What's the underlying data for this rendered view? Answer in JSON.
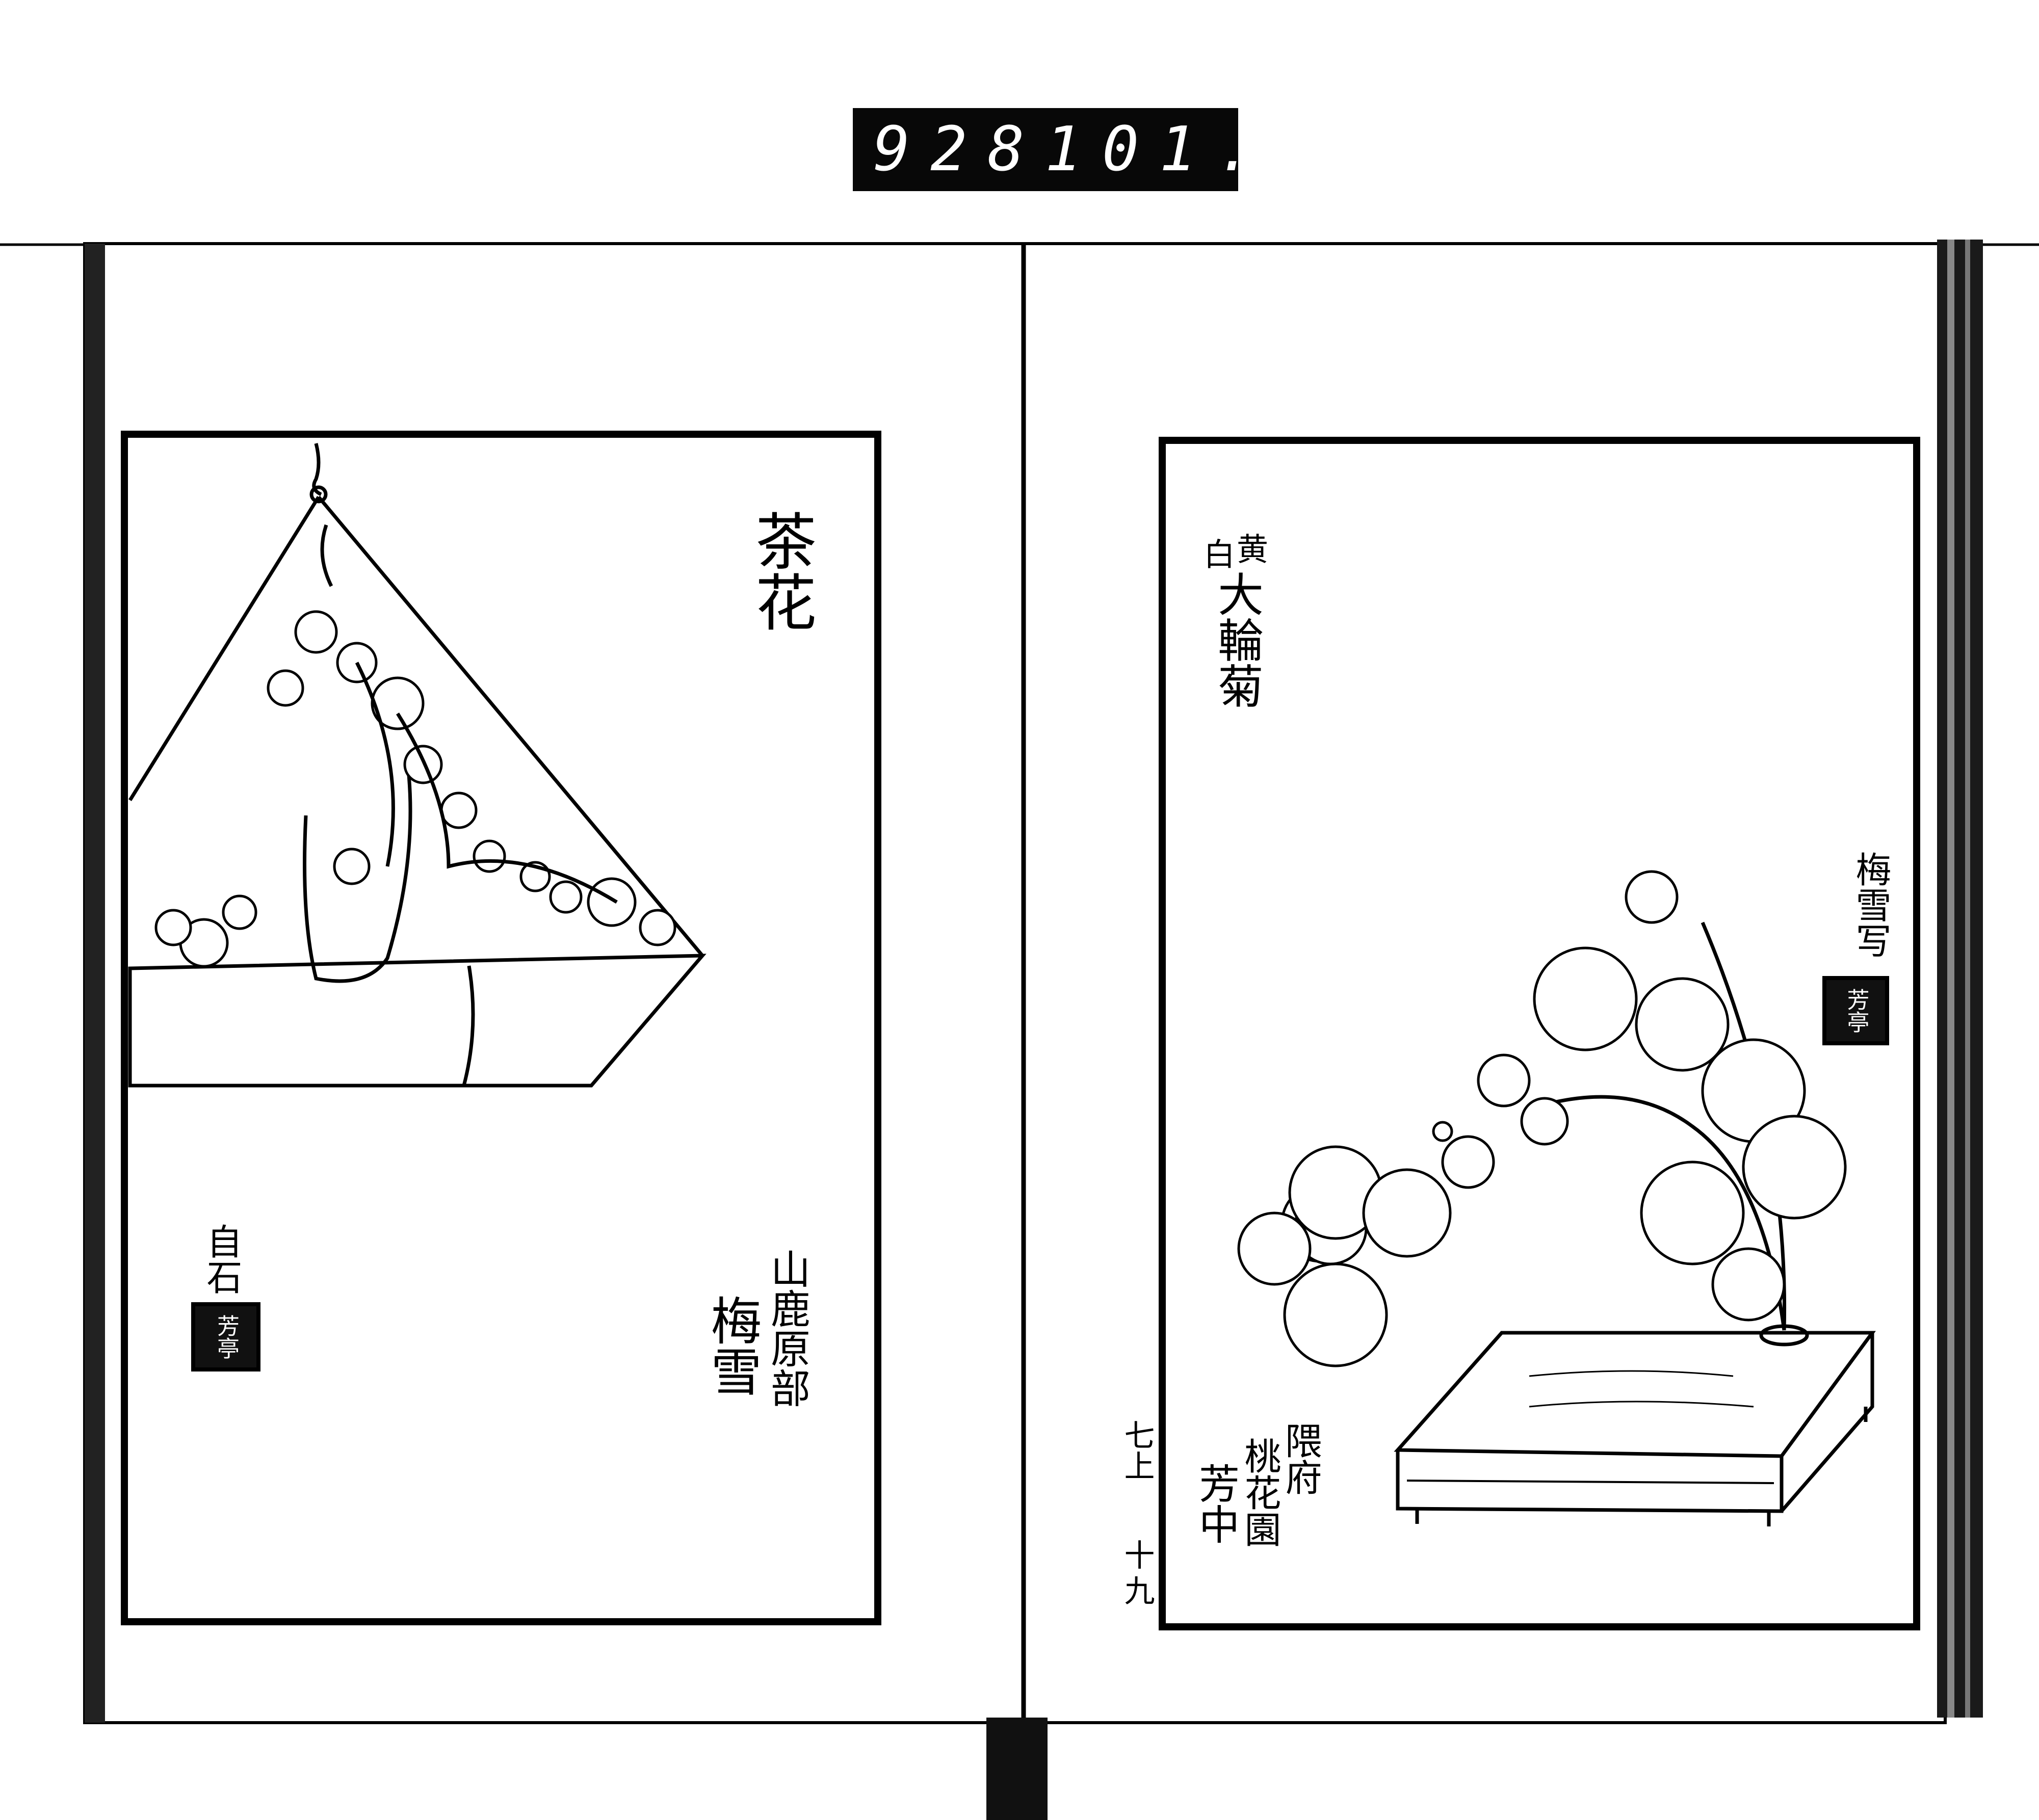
{
  "catalog_label": {
    "left": "928",
    "right": "101."
  },
  "left_page": {
    "title": "茶花",
    "attribution_place": "山鹿原部",
    "attribution_name": "梅雪",
    "signature": "自石",
    "seal": "芳亭"
  },
  "right_page": {
    "title_small_left": "白",
    "title_small_right": "黄",
    "title": "大輪菊",
    "attribution_place": "隈府",
    "attribution_garden": "桃花園",
    "attribution_name": "芳中",
    "margin_volume": "七上",
    "margin_page": "十九",
    "signature": "梅雪写",
    "seal": "芳亭"
  }
}
